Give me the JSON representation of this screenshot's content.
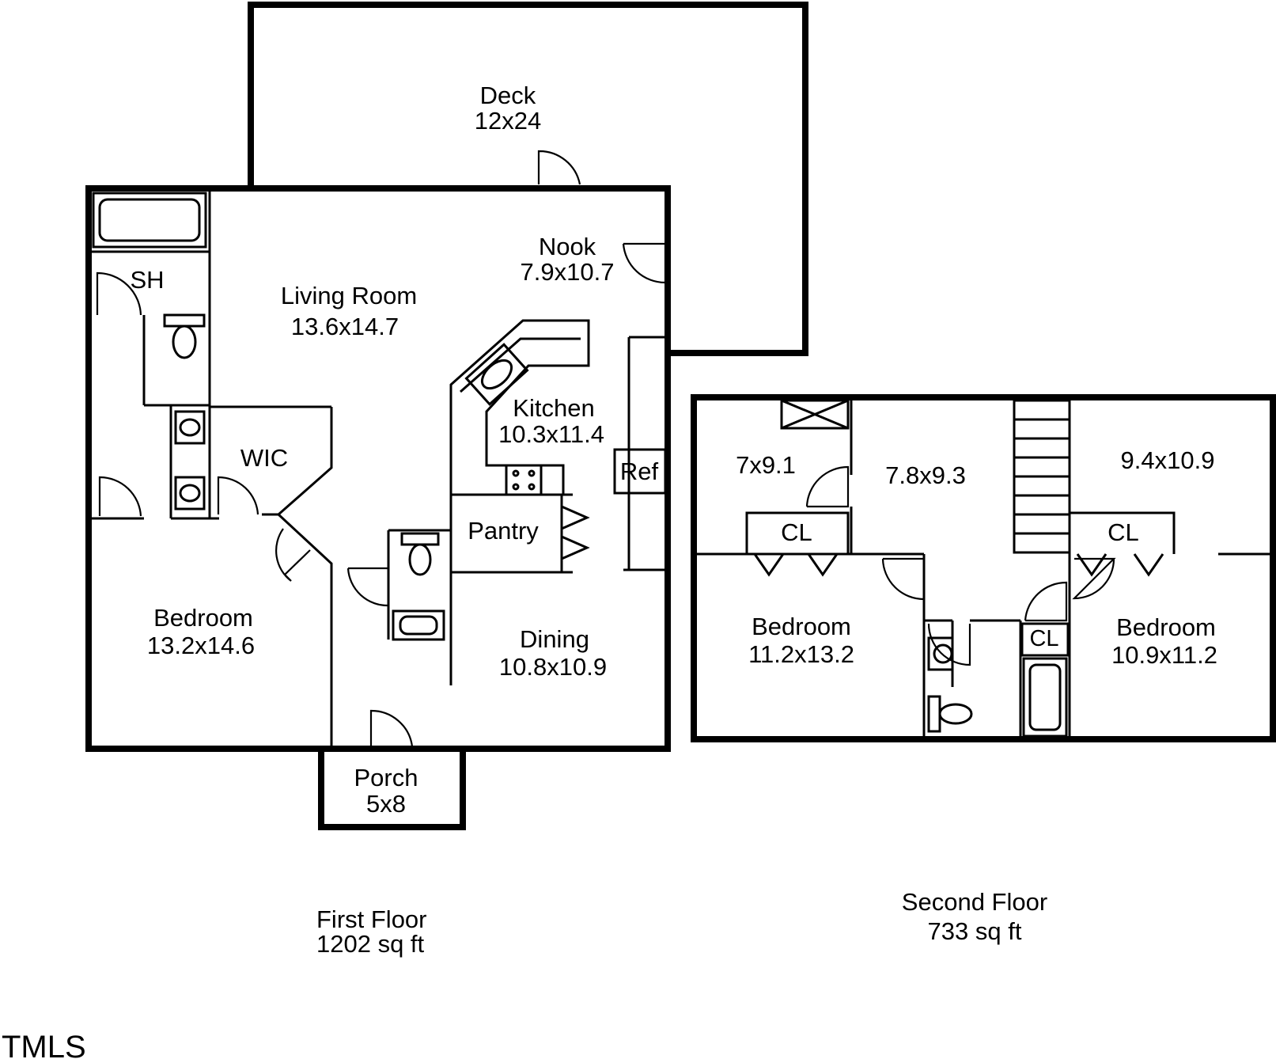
{
  "first_floor": {
    "caption_title": "First Floor",
    "caption_area": "1202 sq ft",
    "rooms": {
      "deck": {
        "name": "Deck",
        "dim": "12x24"
      },
      "nook": {
        "name": "Nook",
        "dim": "7.9x10.7"
      },
      "living": {
        "name": "Living Room",
        "dim": "13.6x14.7"
      },
      "kitchen": {
        "name": "Kitchen",
        "dim": "10.3x11.4"
      },
      "sh": {
        "name": "SH"
      },
      "wic": {
        "name": "WIC"
      },
      "ref": {
        "name": "Ref"
      },
      "pantry": {
        "name": "Pantry"
      },
      "bedroom": {
        "name": "Bedroom",
        "dim": "13.2x14.6"
      },
      "dining": {
        "name": "Dining",
        "dim": "10.8x10.9"
      },
      "porch": {
        "name": "Porch",
        "dim": "5x8"
      }
    }
  },
  "second_floor": {
    "caption_title": "Second Floor",
    "caption_area": "733 sq ft",
    "rooms": {
      "room_a": {
        "dim": "7x9.1"
      },
      "room_b": {
        "dim": "7.8x9.3"
      },
      "room_c": {
        "dim": "9.4x10.9"
      },
      "closet_left": {
        "name": "CL"
      },
      "closet_right": {
        "name": "CL"
      },
      "closet_bath": {
        "name": "CL"
      },
      "bedroom_left": {
        "name": "Bedroom",
        "dim": "11.2x13.2"
      },
      "bedroom_right": {
        "name": "Bedroom",
        "dim": "10.9x11.2"
      }
    }
  },
  "watermark": "TMLS"
}
